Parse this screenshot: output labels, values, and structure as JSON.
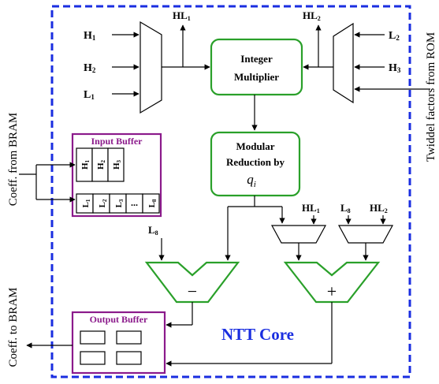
{
  "core": {
    "label": "NTT Core",
    "accent_color": "#1a2ee0"
  },
  "inputs_left": {
    "h1": {
      "main": "H",
      "sub": "1"
    },
    "h2": {
      "main": "H",
      "sub": "2"
    },
    "l1": {
      "main": "L",
      "sub": "1"
    }
  },
  "inputs_right": {
    "l2": {
      "main": "L",
      "sub": "2"
    },
    "h3": {
      "main": "H",
      "sub": "3"
    }
  },
  "taps": {
    "hl1_top": {
      "main": "HL",
      "sub": "1"
    },
    "hl2_top": {
      "main": "HL",
      "sub": "2"
    },
    "hl1_mid": {
      "main": "HL",
      "sub": "1"
    },
    "l8_mid": {
      "main": "L",
      "sub": "8"
    },
    "hl2_mid": {
      "main": "HL",
      "sub": "2"
    },
    "l8_sub": {
      "main": "L",
      "sub": "8"
    }
  },
  "multiplier": {
    "line1": "Integer",
    "line2": "Multiplier"
  },
  "reduction": {
    "line1": "Modular",
    "line2": "Reduction by",
    "modulus_main": "q",
    "modulus_sub": "i"
  },
  "input_buffer": {
    "title": "Input Buffer",
    "row1": [
      {
        "main": "H",
        "sub": "1"
      },
      {
        "main": "H",
        "sub": "2"
      },
      {
        "main": "H",
        "sub": "3"
      }
    ],
    "row2": [
      {
        "main": "L",
        "sub": "1"
      },
      {
        "main": "L",
        "sub": "2"
      },
      {
        "main": "L",
        "sub": "3"
      },
      {
        "main": "...",
        "sub": ""
      },
      {
        "main": "L",
        "sub": "8"
      }
    ]
  },
  "output_buffer": {
    "title": "Output Buffer"
  },
  "ops": {
    "subtract": "−",
    "add": "+"
  },
  "external": {
    "coeff_from_bram": "Coeff. from BRAM",
    "coeff_to_bram": "Coeff. to BRAM",
    "twiddle_from_rom": "Twiddel factors from ROM"
  },
  "colors": {
    "dashed_border": "#1a2ee0",
    "green_block": "#2aa02a",
    "purple_block": "#8b1a8b"
  }
}
